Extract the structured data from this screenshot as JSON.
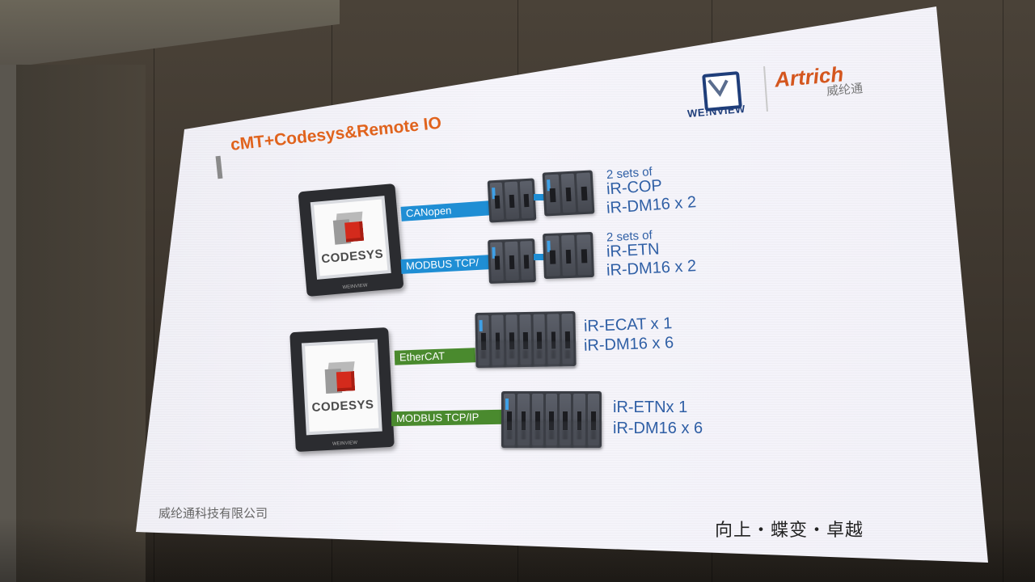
{
  "slide": {
    "title": "cMT+Codesys&Remote IO",
    "logo_weinview": "WE!NVIEW",
    "logo_artrich": "Artrich",
    "logo_artrich_sub": "威纶通",
    "footer_company": "威纶通科技有限公司",
    "footer_slogan": "向上・蝶变・卓越"
  },
  "hmi_units": [
    {
      "logo_text": "CODESYS"
    },
    {
      "logo_text": "CODESYS"
    }
  ],
  "connections": [
    {
      "label": "CANopen",
      "color": "#1f8ed4",
      "spec_prefix": "2 sets of",
      "spec_line1": "iR-COP",
      "spec_line2": "iR-DM16 x 2"
    },
    {
      "label": "MODBUS TCP/",
      "color": "#1f8ed4",
      "spec_prefix": "2 sets of",
      "spec_line1": "iR-ETN",
      "spec_line2": "iR-DM16 x 2"
    },
    {
      "label": "EtherCAT",
      "color": "#4a8a2e",
      "spec_line1": "iR-ECAT x 1",
      "spec_line2": "iR-DM16 x  6"
    },
    {
      "label": "MODBUS TCP/IP",
      "color": "#4a8a2e",
      "spec_line1": "iR-ETNx 1",
      "spec_line2": "iR-DM16 x  6"
    }
  ],
  "colors": {
    "title": "#e0631d",
    "spec_text": "#2f5fa5",
    "weinview_blue": "#1f3e7a",
    "artrich_orange": "#d4561e"
  }
}
